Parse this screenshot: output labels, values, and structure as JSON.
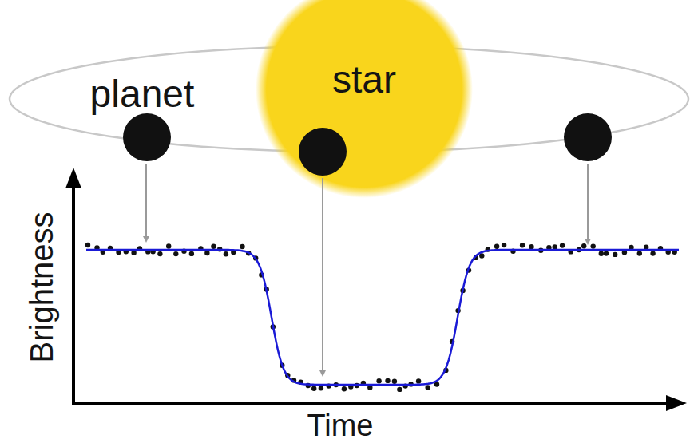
{
  "diagram": {
    "nodes": [
      {
        "text": [
          "star"
        ]
      }
    ],
    "labels": [
      "planet",
      "Brightness",
      "Time"
    ]
  }
}
